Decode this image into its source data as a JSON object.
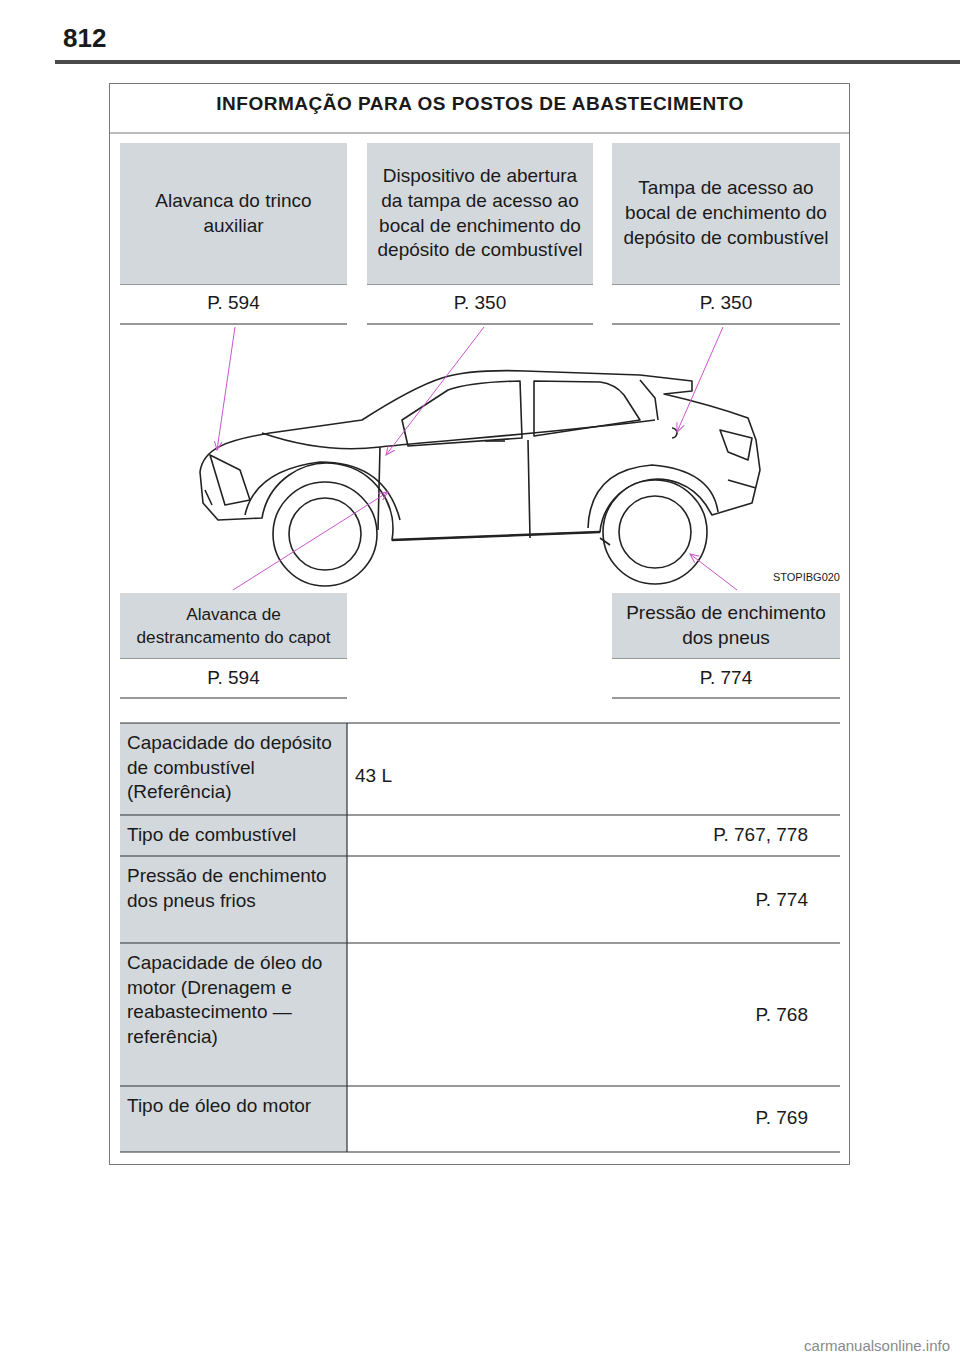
{
  "diagram": {
    "title": "INFORMAÇÃO PARA OS POSTOS DE ABASTECIMENTO",
    "nodes": [
      {
        "text": [
          "Alavanca do trinco auxiliar"
        ]
      },
      {
        "text": [
          "Dispositivo de abertura da tampa de acesso ao bocal de enchimento do depósito de combustível"
        ]
      },
      {
        "text": [
          "Tampa de acesso ao bocal de enchimento do depósito de combustível"
        ]
      },
      {
        "text": [
          "Alavanca de destrancamento do capot"
        ]
      },
      {
        "text": [
          "Pressão de enchimento dos pneus"
        ]
      }
    ],
    "labels": [
      "812",
      "P. 594",
      "P. 350",
      "P. 350",
      "P. 594",
      "P. 774",
      "STOPIBG020",
      "Capacidade do depósito de combustível (Referência)",
      "43 L",
      "Tipo de combustível",
      "P. 767, 778",
      "Pressão de enchimento dos pneus frios",
      "P. 774",
      "Capacidade de óleo do motor (Drenagem e reabastecimento — referência)",
      "P. 768",
      "Tipo de óleo do motor",
      "P. 769",
      "carmanualsonline.info"
    ]
  }
}
